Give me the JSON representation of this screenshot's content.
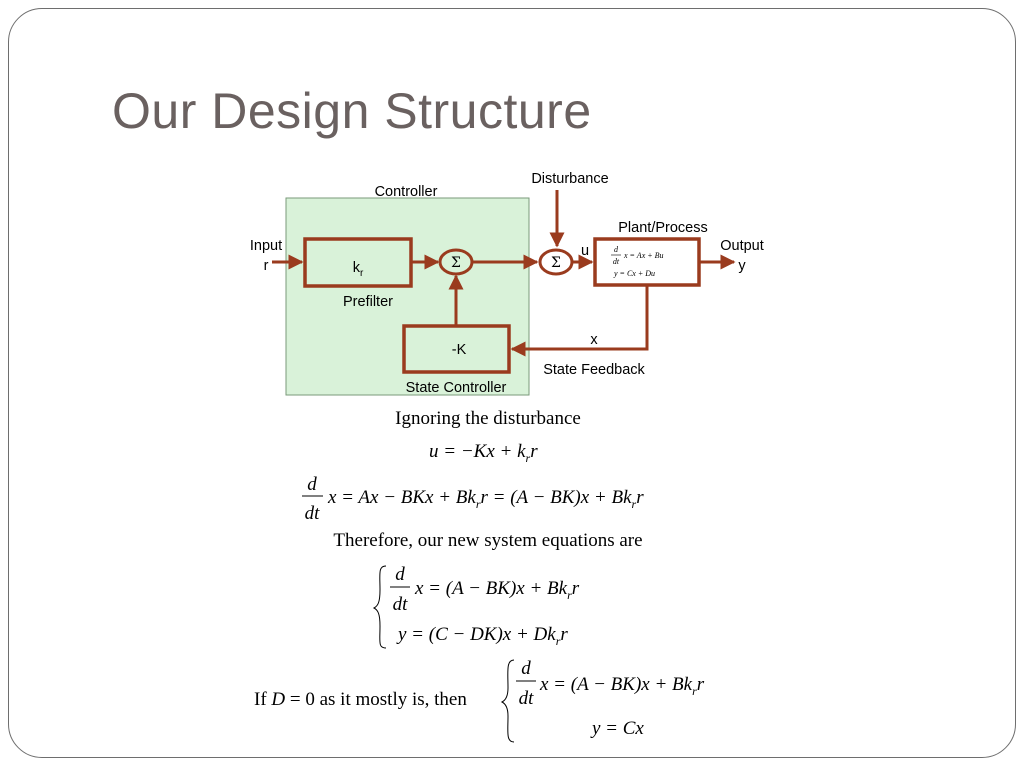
{
  "slide": {
    "title": "Our Design Structure"
  },
  "diagram": {
    "controller_label": "Controller",
    "disturbance_label": "Disturbance",
    "plant_label": "Plant/Process",
    "input_label": "Input",
    "input_symbol": "r",
    "output_label": "Output",
    "output_symbol": "y",
    "prefilter_gain_base": "k",
    "prefilter_gain_sub": "r",
    "prefilter_label": "Prefilter",
    "sum_symbol": "Σ",
    "control_signal": "u",
    "state_signal": "x",
    "gain_label": "-K",
    "state_feedback_label": "State Feedback",
    "state_controller_label": "State Controller",
    "plant_eq1": "x = Ax + Bu",
    "plant_eq2": "y = Cx + Du",
    "plant_d": "d",
    "plant_dt": "dt"
  },
  "text": {
    "ignoring": "Ignoring the disturbance",
    "therefore": "Therefore, our new system equations are",
    "if_prefix": "If",
    "if_var": "D",
    "if_eq": "= 0",
    "if_suffix": "as it mostly is, then"
  },
  "equations": {
    "control_law": "u = −Kx + k",
    "control_law_sub": "r",
    "control_law_end": "r",
    "closed_loop": "x = Ax − BKx + Bk",
    "closed_loop_mid": "r = (A − BK)x + Bk",
    "closed_loop_end": "r",
    "sys1": "x = (A − BK)x + Bk",
    "sys2": "y = (C − DK)x + Dk",
    "sys3": "x = (A − BK)x + Bk",
    "sys4": "y = Cx",
    "d": "d",
    "dt": "dt",
    "sub_r": "r",
    "r": "r"
  },
  "colors": {
    "block_stroke": "#9a3b1e",
    "controller_fill": "#d9f2d9",
    "controller_stroke": "#7a9a7a",
    "title": "#6a6160"
  }
}
